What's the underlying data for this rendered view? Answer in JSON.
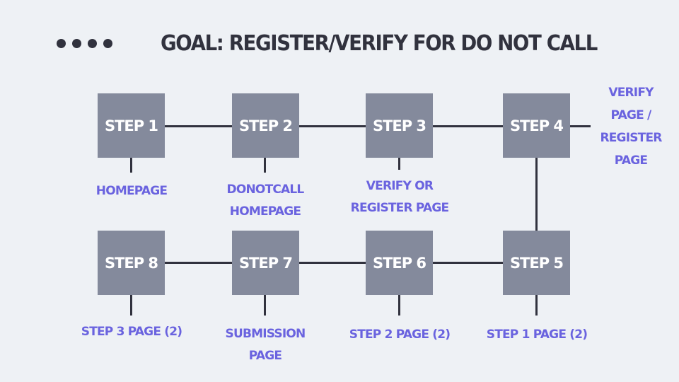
{
  "title": "GOAL: REGISTER/VERIFY FOR DO NOT CALL",
  "colors": {
    "background": "#eef1f5",
    "box": "#848a9c",
    "line": "#31323e",
    "label": "#6a63df",
    "title": "#31323e"
  },
  "steps": [
    {
      "label": "STEP 1",
      "caption": "HOMEPAGE"
    },
    {
      "label": "STEP 2",
      "caption": "DONOTCALL\nHOMEPAGE"
    },
    {
      "label": "STEP 3",
      "caption": "VERIFY OR\nREGISTER PAGE"
    },
    {
      "label": "STEP 4",
      "caption": "VERIFY\nPAGE /\nREGISTER\nPAGE"
    },
    {
      "label": "STEP 5",
      "caption": "STEP 1 PAGE (2)"
    },
    {
      "label": "STEP 6",
      "caption": "STEP 2 PAGE (2)"
    },
    {
      "label": "STEP 7",
      "caption": "SUBMISSION\nPAGE"
    },
    {
      "label": "STEP 8",
      "caption": "STEP 3 PAGE (2)"
    }
  ]
}
